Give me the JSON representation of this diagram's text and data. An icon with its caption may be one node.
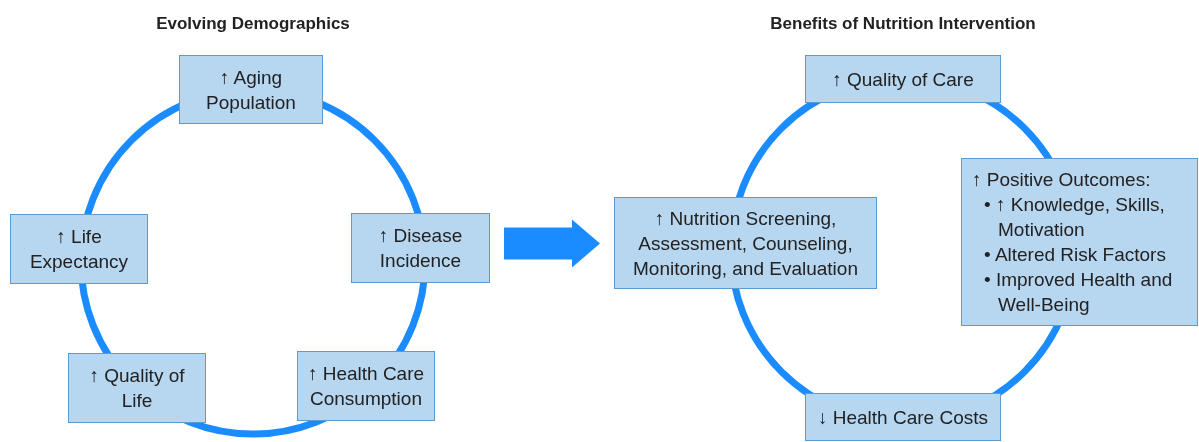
{
  "diagram": {
    "nodes": [
      {
        "text": [
          "↑ Aging Population"
        ]
      },
      {
        "text": [
          "↑ Life Expectancy"
        ]
      },
      {
        "text": [
          "↑ Disease Incidence"
        ]
      },
      {
        "text": [
          "↑ Quality of Life"
        ]
      },
      {
        "text": [
          "↑ Health Care Consumption"
        ]
      },
      {
        "text": [
          "↑ Quality of Care"
        ]
      },
      {
        "text": [
          "↑ Nutrition Screening, Assessment, Counseling, Monitoring, and Evaluation"
        ]
      },
      {
        "text": [
          "↑ Positive Outcomes:",
          "• ↑ Knowledge, Skills, Motivation",
          "• Altered Risk Factors",
          "• Improved Health and Well-Being"
        ]
      },
      {
        "text": [
          "↓ Health Care Costs"
        ]
      }
    ],
    "edges": [
      {
        "from": 2,
        "to": 6,
        "arrow": "to",
        "style": "thick"
      }
    ],
    "labels": [
      "Evolving Demographics",
      "Benefits of Nutrition Intervention"
    ]
  }
}
